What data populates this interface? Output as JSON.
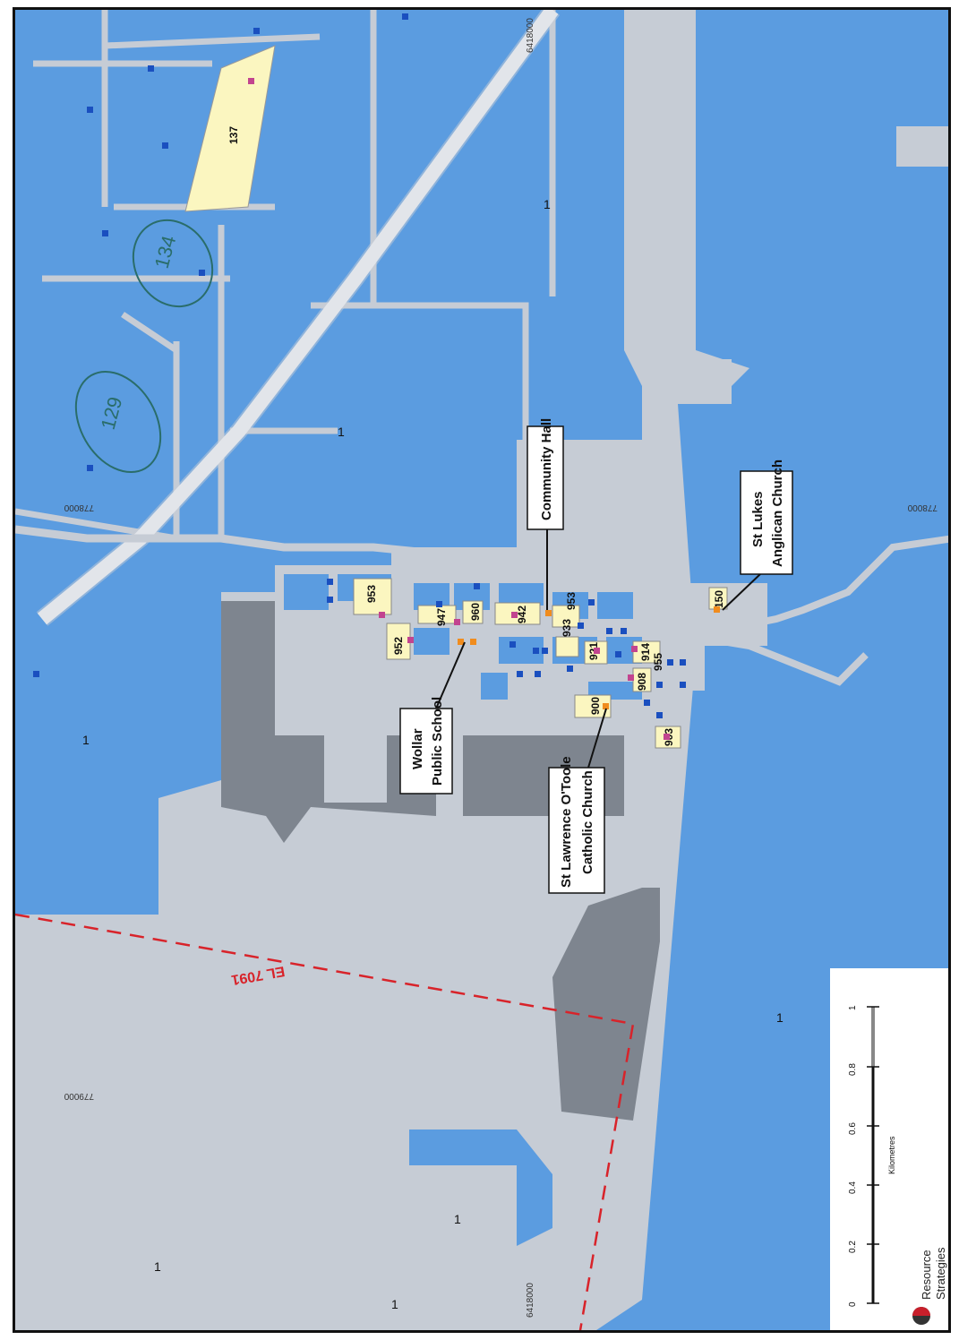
{
  "colors": {
    "water_blue": "#5b9ce0",
    "road_grey": "#c6ccd5",
    "dark_grey": "#7e858f",
    "lot_yellow": "#fbf6c0",
    "el_red": "#d8232a",
    "marker_blue": "#1a4fbf",
    "marker_pink": "#c2448f",
    "marker_orange": "#f08c1e"
  },
  "callouts": {
    "community_hall": "Community Hall",
    "st_lukes_1": "St Lukes",
    "st_lukes_2": "Anglican Church",
    "wollar_1": "Wollar",
    "wollar_2": "Public School",
    "st_lawrence_1": "St Lawrence O'Toole",
    "st_lawrence_2": "Catholic Church"
  },
  "lots": {
    "l137": "137",
    "l134": "134",
    "l129": "129",
    "l953a": "953",
    "l952": "952",
    "l947": "947",
    "l960": "960",
    "l942": "942",
    "l933": "933",
    "l953b": "953",
    "l921": "921",
    "l914": "914",
    "l955": "955",
    "l908": "908",
    "l900": "900",
    "l903": "903",
    "l150": "150"
  },
  "boundary": {
    "label": "EL 7091"
  },
  "coords": {
    "e_top": "6418000",
    "e_bottom": "6418000",
    "n_left_upper": "778000",
    "n_right_upper": "778000",
    "n_left_lower": "779000"
  },
  "zone_marks": {
    "m1": "1",
    "m2": "1",
    "m3": "1",
    "m4": "1",
    "m5": "1",
    "m6": "1",
    "m7": "1"
  },
  "scale_bar": {
    "ticks": [
      "0",
      "0.2",
      "0.4",
      "0.6",
      "0.8",
      "1"
    ],
    "unit": "Kilometres"
  },
  "brand": {
    "line1": "Resource",
    "line2": "Strategies"
  }
}
